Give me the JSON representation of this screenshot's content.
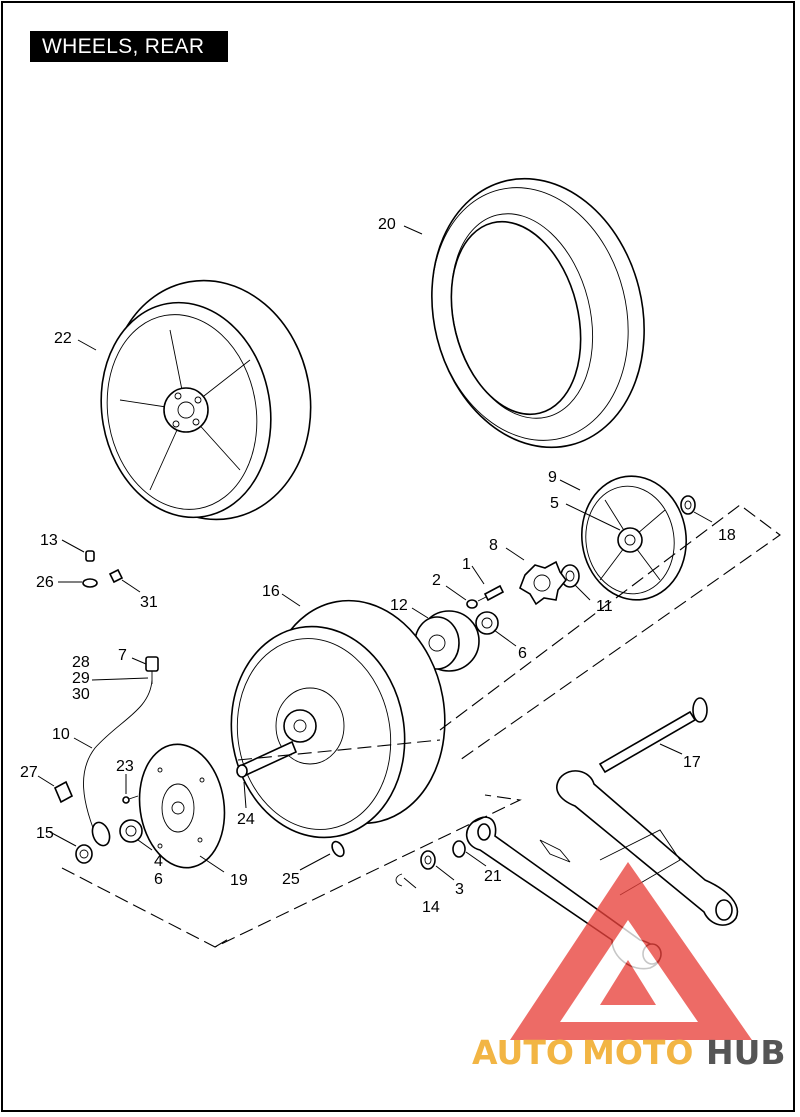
{
  "title": "WHEELS, REAR",
  "watermark": {
    "part1": "AUTO",
    "part2": "MOTO",
    "part3": "HUB",
    "color_accent": "#f2b544",
    "color_dark": "#555555",
    "color_triangle": "#e8423c"
  },
  "callouts": {
    "c1": "1",
    "c2": "2",
    "c3": "3",
    "c4": "4",
    "c5": "5",
    "c6a": "6",
    "c6b": "6",
    "c7": "7",
    "c8": "8",
    "c9": "9",
    "c10": "10",
    "c11": "11",
    "c12": "12",
    "c13": "13",
    "c14": "14",
    "c15": "15",
    "c16": "16",
    "c17": "17",
    "c18": "18",
    "c19": "19",
    "c20": "20",
    "c21": "21",
    "c22": "22",
    "c23": "23",
    "c24": "24",
    "c25": "25",
    "c26": "26",
    "c27": "27",
    "c28": "28",
    "c29": "29",
    "c30": "30",
    "c31": "31"
  }
}
